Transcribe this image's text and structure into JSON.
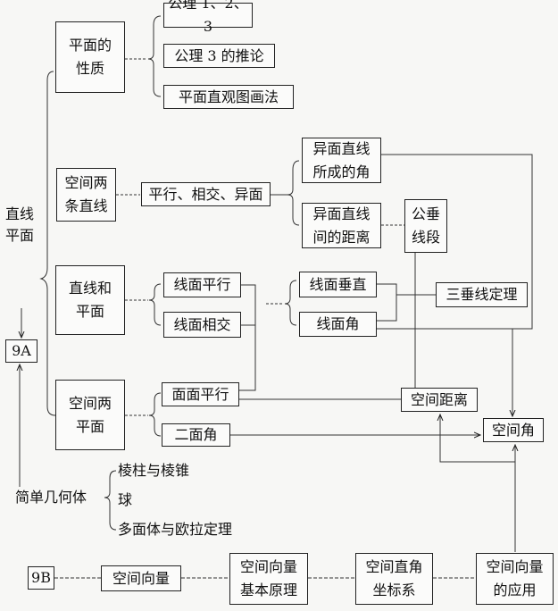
{
  "root": {
    "label": "直线\n平面",
    "tag_a": "9A",
    "tag_b": "9B"
  },
  "plane_properties": {
    "label": "平面的\n性质",
    "items": [
      "公理 1、2、3",
      "公理 3 的推论",
      "平面直观图画法"
    ]
  },
  "two_lines": {
    "label": "空间两\n条直线",
    "relation": "平行、相交、异面",
    "skew_angle": "异面直线\n所成的角",
    "skew_distance": "异面直线\n间的距离",
    "common_perpendicular": "公垂\n线段"
  },
  "line_plane": {
    "label": "直线和\n平面",
    "parallel": "线面平行",
    "intersect": "线面相交",
    "perpendicular": "线面垂直",
    "angle": "线面角",
    "three_perp_theorem": "三垂线定理"
  },
  "two_planes": {
    "label": "空间两\n平面",
    "parallel": "面面平行",
    "dihedral": "二面角"
  },
  "space_distance": "空间距离",
  "space_angle": "空间角",
  "solids": {
    "label": "简单几何体",
    "items": [
      "棱柱与棱锥",
      "球",
      "多面体与欧拉定理"
    ]
  },
  "vectors": {
    "items": [
      "空间向量",
      "空间向量\n基本原理",
      "空间直角\n坐标系",
      "空间向量\n的应用"
    ]
  }
}
